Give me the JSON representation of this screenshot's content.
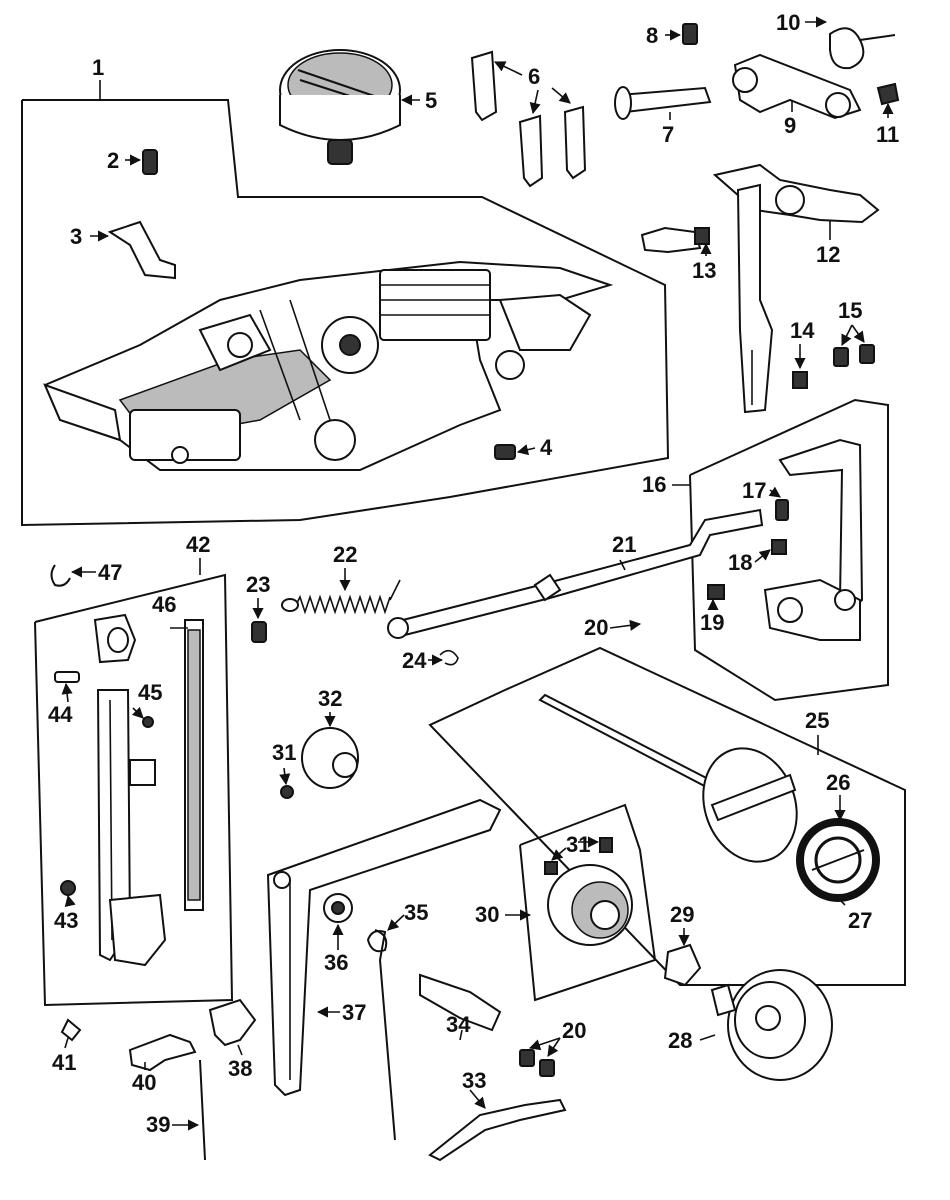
{
  "diagram": {
    "labels": {
      "p1": "1",
      "p2": "2",
      "p3": "3",
      "p4": "4",
      "p5": "5",
      "p6": "6",
      "p7": "7",
      "p8": "8",
      "p9": "9",
      "p10": "10",
      "p11": "11",
      "p12": "12",
      "p13": "13",
      "p14": "14",
      "p15": "15",
      "p16": "16",
      "p17": "17",
      "p18": "18",
      "p19": "19",
      "p20a": "20",
      "p20b": "20",
      "p21": "21",
      "p22": "22",
      "p23": "23",
      "p24": "24",
      "p25": "25",
      "p26": "26",
      "p27": "27",
      "p28": "28",
      "p29": "29",
      "p30": "30",
      "p31a": "31",
      "p31b": "31",
      "p32": "32",
      "p33": "33",
      "p34": "34",
      "p35": "35",
      "p36": "36",
      "p37": "37",
      "p38": "38",
      "p39": "39",
      "p40": "40",
      "p41": "41",
      "p42": "42",
      "p43": "43",
      "p44": "44",
      "p45": "45",
      "p46": "46",
      "p47": "47"
    }
  }
}
